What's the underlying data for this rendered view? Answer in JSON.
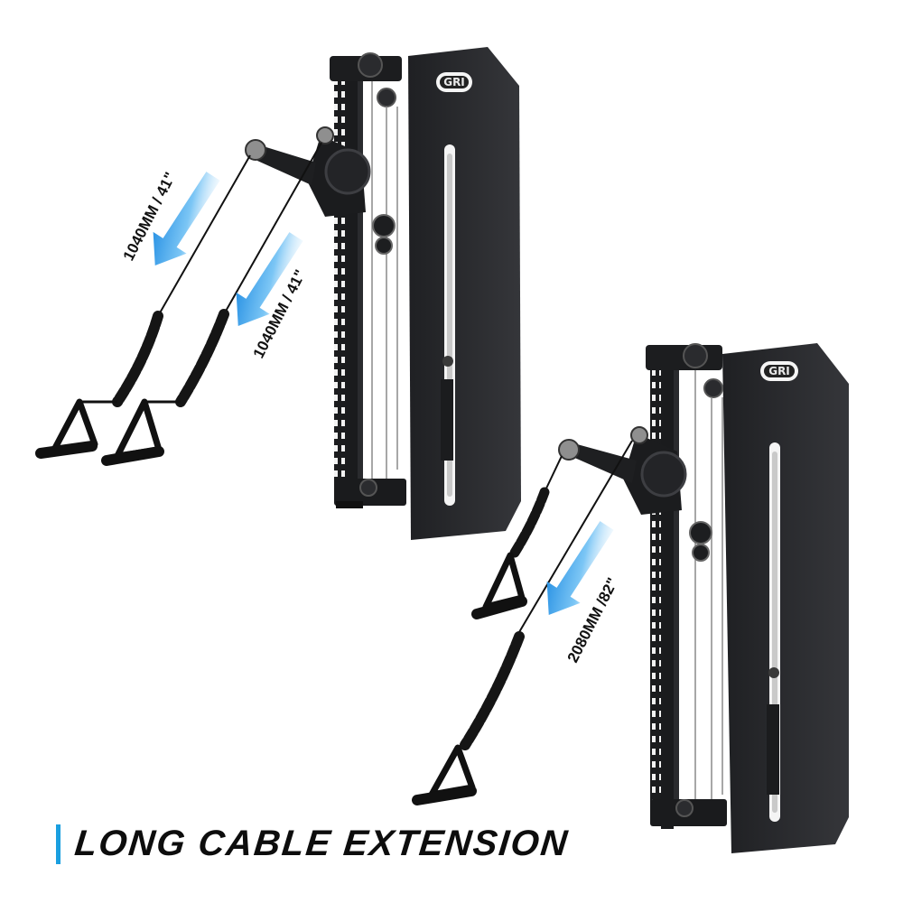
{
  "caption": {
    "title": "LONG CABLE EXTENSION",
    "accent_color": "#1a9fe0"
  },
  "brand": {
    "logo_text": "GRI"
  },
  "colors": {
    "frame": "#222326",
    "panel": "#2b2c2f",
    "arrow_start": "#1c8fe6",
    "arrow_end": "#ffffff"
  },
  "machine_top": {
    "label_left": "1040MM / 41\"",
    "label_right": "1040MM / 41\""
  },
  "machine_bottom": {
    "label": "2080MM /82\""
  },
  "icons": [
    "down-left-arrow-icon",
    "triangle-handle-icon",
    "pulley-icon",
    "brand-logo-icon"
  ]
}
